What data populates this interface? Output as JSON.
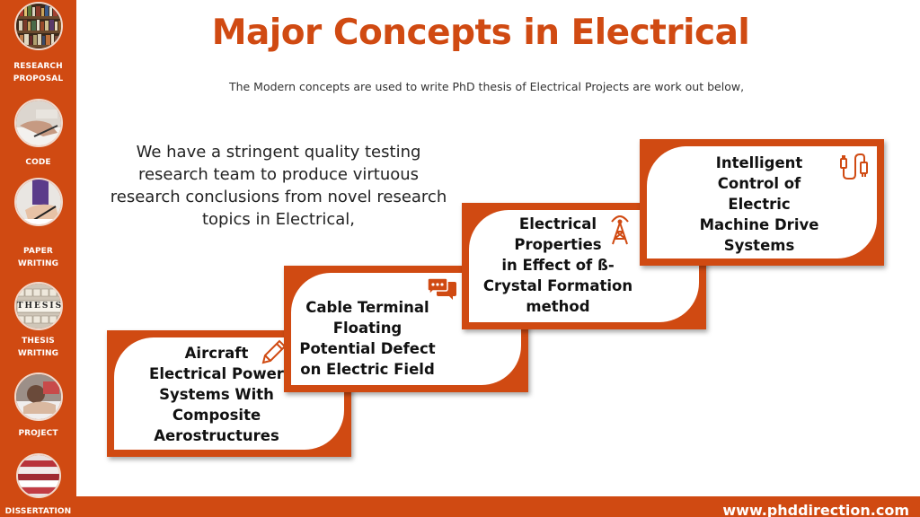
{
  "page": {
    "title": "Major Concepts in Electrical",
    "subtitle": "The Modern concepts are used to write PhD thesis of Electrical Projects are work out below,",
    "intro": "We have a stringent quality testing research team to produce virtuous research conclusions from novel research topics in Electrical,"
  },
  "sidebar": {
    "items": [
      {
        "label_line1": "RESEARCH",
        "label_line2": "PROPOSAL"
      },
      {
        "label_line1": "CODE",
        "label_line2": ""
      },
      {
        "label_line1": "PAPER",
        "label_line2": "WRITING"
      },
      {
        "label_line1": "THESIS",
        "label_line2": "WRITING"
      },
      {
        "label_line1": "PROJECT",
        "label_line2": ""
      },
      {
        "label_line1": "DISSERTATION",
        "label_line2": ""
      }
    ],
    "thesis_tiles": "THESIS"
  },
  "steps": [
    {
      "lines": [
        "Aircraft",
        "Electrical Power",
        "Systems With",
        "Composite",
        "Aerostructures"
      ],
      "icon": "pencil-icon"
    },
    {
      "lines": [
        "Cable Terminal",
        "Floating",
        "Potential Defect",
        "on Electric Field"
      ],
      "icon": "chat-bubbles-icon"
    },
    {
      "lines": [
        "Electrical",
        "Properties",
        "in Effect of ß-",
        "Crystal Formation",
        "method"
      ],
      "icon": "transmission-tower-icon"
    },
    {
      "lines": [
        "Intelligent",
        "Control of",
        "Electric",
        "Machine Drive",
        "Systems"
      ],
      "icon": "cable-connector-icon"
    }
  ],
  "footer": {
    "url": "www.phddirection.com"
  },
  "colors": {
    "accent": "#d04a12",
    "background": "#ffffff",
    "text": "#222222"
  }
}
